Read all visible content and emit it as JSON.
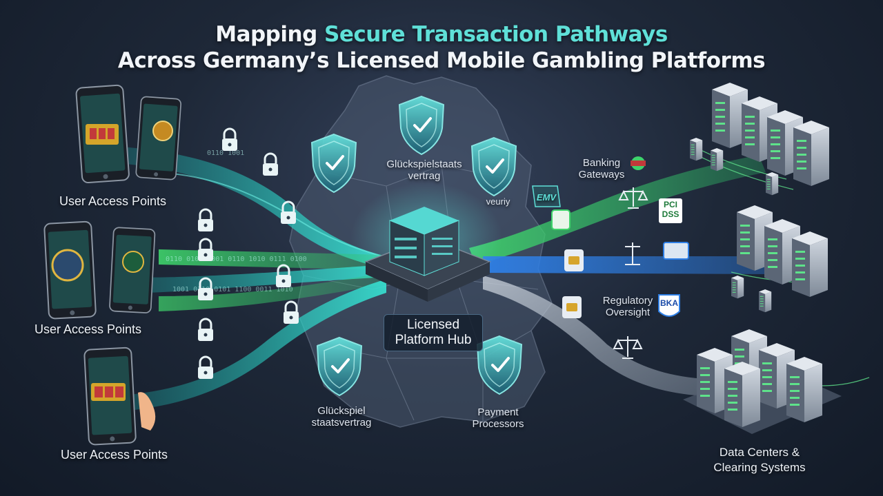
{
  "title": {
    "line1_prefix": "Mapping ",
    "line1_highlight": "Secure Transaction Pathways",
    "line2": "Across Germany’s Licensed Mobile Gambling Platforms"
  },
  "labels": {
    "user_access_1": "User Access Points",
    "user_access_2": "User Access Points",
    "user_access_3": "User Access Points",
    "hub_line1": "Licensed",
    "hub_line2": "Platform Hub",
    "treaty_top_line1": "Glückspielstaats",
    "treaty_top_line2": "vertrag",
    "treaty_bottom_line1": "Glückspiel",
    "treaty_bottom_line2": "staatsvertrag",
    "verify": "veuriy",
    "emv": "EMV",
    "banking_line1": "Banking",
    "banking_line2": "Gateways",
    "pci_line1": "PCI",
    "pci_line2": "DSS",
    "regulatory_line1": "Regulatory",
    "regulatory_line2": "Oversight",
    "bka": "BKA",
    "payment_line1": "Payment",
    "payment_line2": "Processors",
    "datacenter_line1": "Data Centers &",
    "datacenter_line2": "Clearing Systems"
  },
  "colors": {
    "teal": "#2fd3c6",
    "green": "#3fd36b",
    "blue": "#2e7fe6",
    "gray": "#9aa6b5",
    "highlight": "#5fe0d8"
  }
}
